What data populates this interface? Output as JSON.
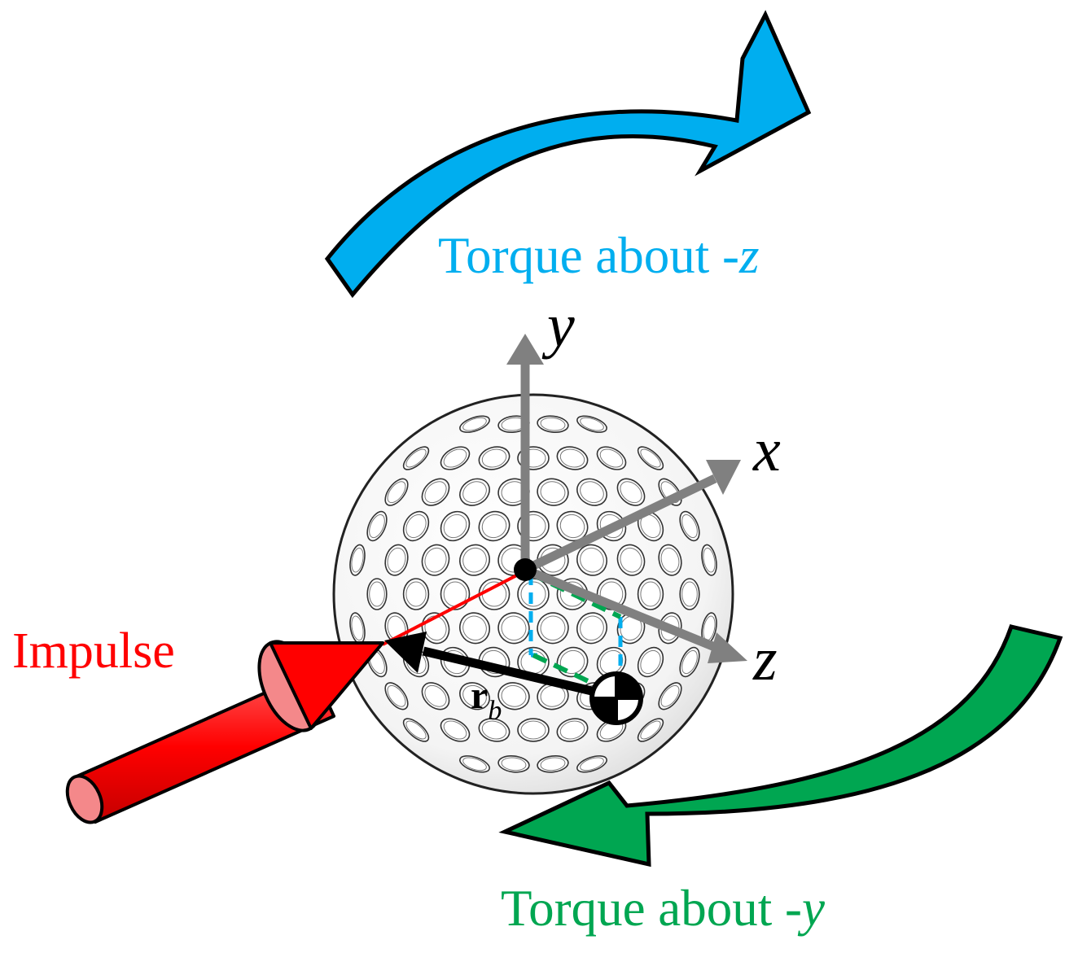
{
  "labels": {
    "torque_z_prefix": "Torque about -",
    "torque_z_axis": "z",
    "torque_y_prefix": "Torque about -",
    "torque_y_axis": "y",
    "impulse": "Impulse",
    "axis_x": "x",
    "axis_y": "y",
    "axis_z": "z",
    "rb_main": "r",
    "rb_sub": "b"
  },
  "colors": {
    "torque_z": "#00AEEF",
    "torque_y": "#00A651",
    "impulse": "#FF0000",
    "impulse_cap": "#F4888A",
    "axes": "#808080",
    "ball_outline": "#222222",
    "rb_arrow": "#000000"
  },
  "icons": {
    "center_of_mass": "center-of-mass-symbol"
  }
}
